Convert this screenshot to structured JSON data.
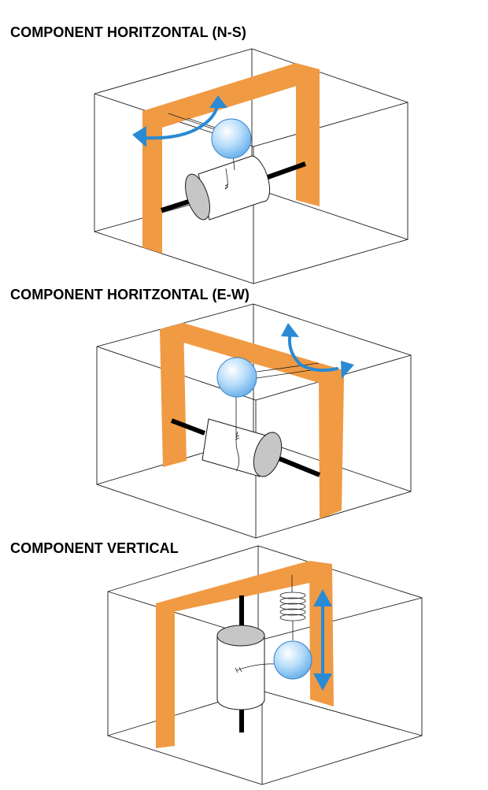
{
  "panels": [
    {
      "title": "COMPONENT HORITZONTAL (N-S)",
      "icon": "horizontal-ns-seismometer-icon"
    },
    {
      "title": "COMPONENT HORITZONTAL (E-W)",
      "icon": "horizontal-ew-seismometer-icon"
    },
    {
      "title": "COMPONENT VERTICAL",
      "icon": "vertical-seismometer-icon"
    }
  ],
  "colors": {
    "frame": "#f09a44",
    "arrow": "#2a8ad4",
    "mass": "#7fc0f2",
    "cap": "#c6c6c6"
  }
}
